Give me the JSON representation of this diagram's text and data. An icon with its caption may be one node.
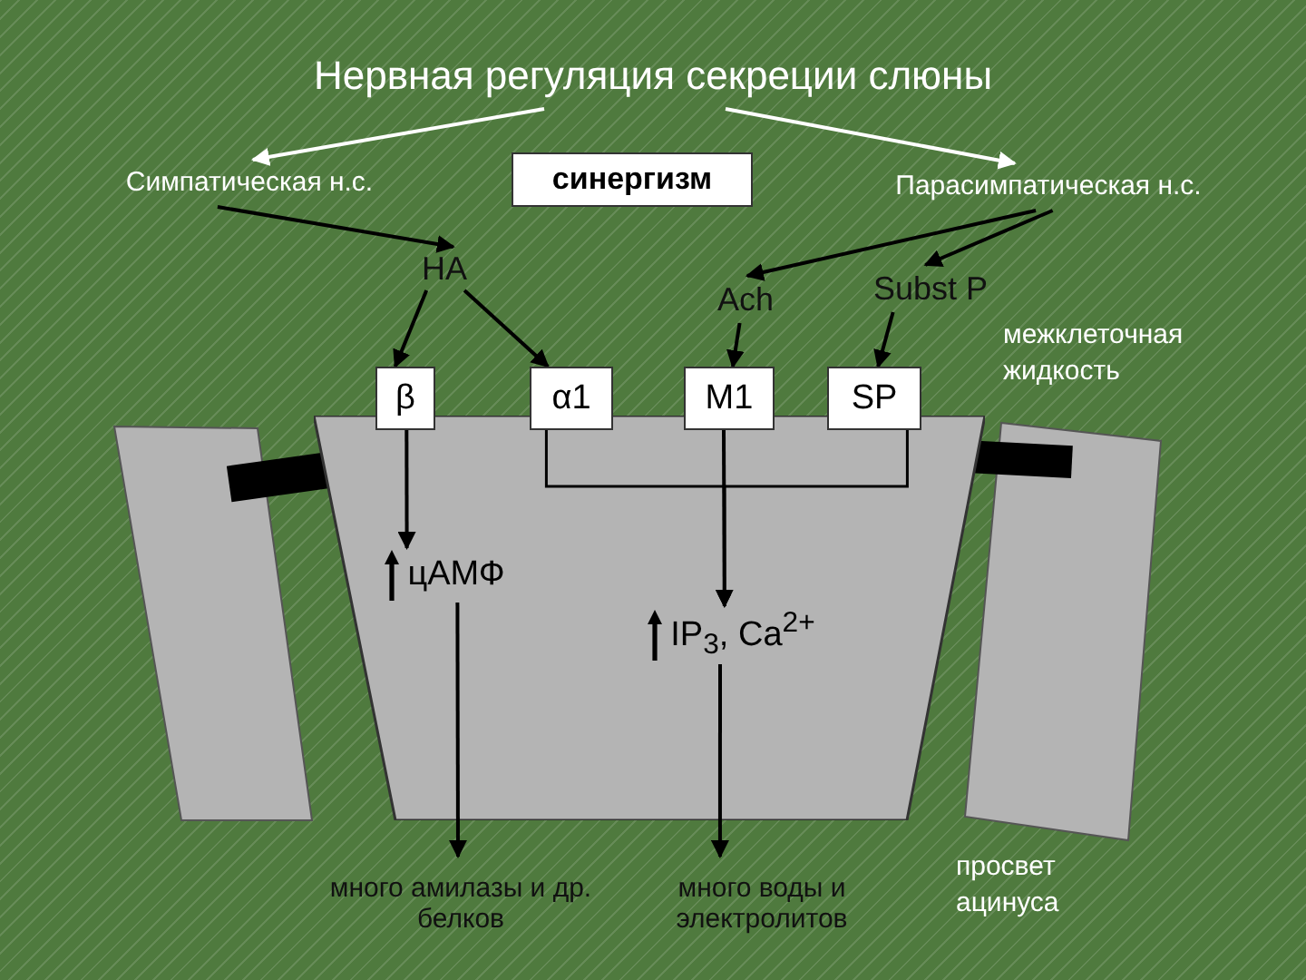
{
  "diagram": {
    "title": "Нервная регуляция секреции слюны",
    "nodes": [
      {
        "text": [
          "Симпатическая н.с."
        ]
      },
      {
        "text": [
          "синергизм"
        ]
      },
      {
        "text": [
          "Парасимпатическая н.с."
        ]
      },
      {
        "text": [
          "НА"
        ]
      },
      {
        "text": [
          "Ach"
        ]
      },
      {
        "text": [
          "Subst P"
        ]
      },
      {
        "text": [
          "β"
        ]
      },
      {
        "text": [
          "α1"
        ]
      },
      {
        "text": [
          "M1"
        ]
      },
      {
        "text": [
          "SP"
        ]
      },
      {
        "text": [],
        "shape": "trapezoid"
      },
      {
        "text": [
          "цАМФ"
        ],
        "in": 10
      },
      {
        "text": [
          "IP$_{3}$, Ca$^{2+}$"
        ],
        "in": 10
      },
      {
        "text": [
          "много амилазы и др. белков"
        ]
      },
      {
        "text": [
          "много воды и электролитов"
        ]
      }
    ],
    "edges": [
      {
        "from": null,
        "to": 0,
        "arrow": "to",
        "color": "#ffffff"
      },
      {
        "from": null,
        "to": 2,
        "arrow": "to",
        "color": "#ffffff"
      },
      {
        "from": 0,
        "to": 3,
        "arrow": "to"
      },
      {
        "from": 2,
        "to": 4,
        "arrow": "to"
      },
      {
        "from": 2,
        "to": 5,
        "arrow": "to"
      },
      {
        "from": 3,
        "to": 6,
        "arrow": "to"
      },
      {
        "from": 3,
        "to": 7,
        "arrow": "to"
      },
      {
        "from": 4,
        "to": 8,
        "arrow": "to"
      },
      {
        "from": 5,
        "to": 9,
        "arrow": "to"
      },
      {
        "from": 6,
        "to": 11,
        "arrow": "to"
      },
      {
        "from": 7,
        "to": 12,
        "arrow": "to"
      },
      {
        "from": 8,
        "to": 12,
        "arrow": "to"
      },
      {
        "from": 9,
        "to": 12,
        "arrow": "to"
      },
      {
        "from": 11,
        "to": 13,
        "arrow": "to"
      },
      {
        "from": 12,
        "to": 14,
        "arrow": "to"
      }
    ],
    "labels": [
      "межклеточная жидкость",
      "просвет ацинуса"
    ]
  }
}
